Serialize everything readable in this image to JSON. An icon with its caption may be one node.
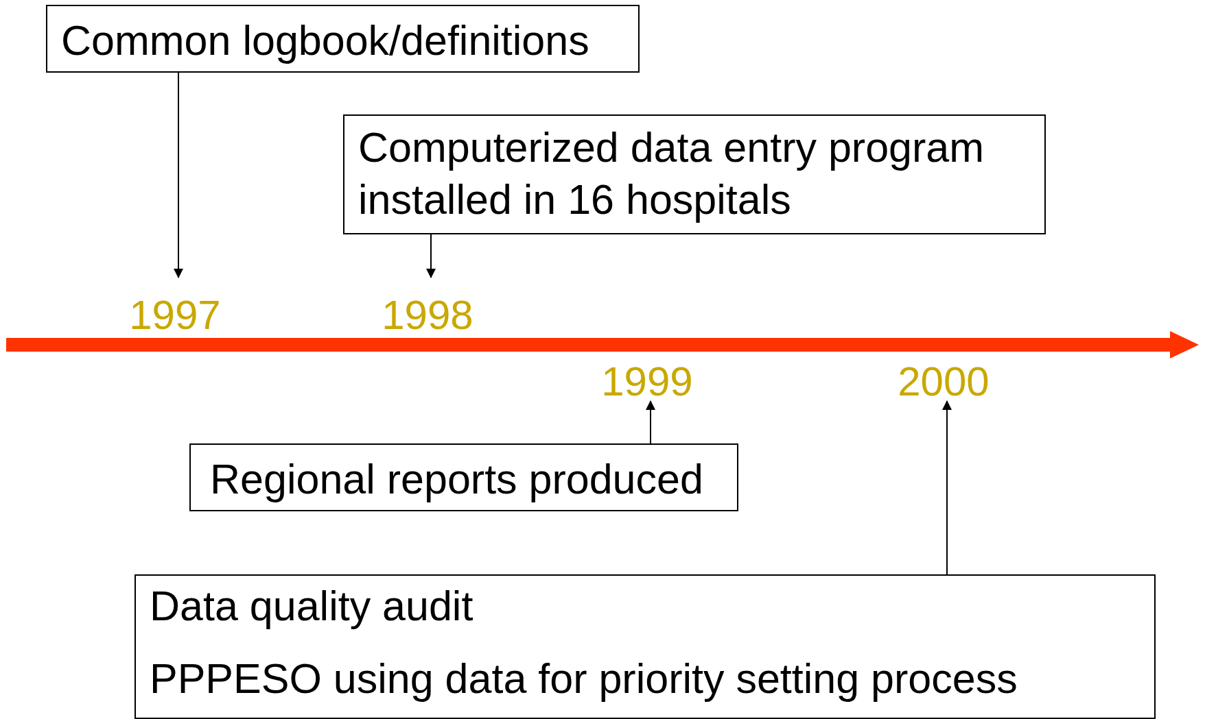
{
  "diagram": {
    "nodes": [
      {
        "text": [
          "Common logbook/definitions"
        ]
      },
      {
        "text": [
          "Computerized data entry program installed in 16 hospitals"
        ]
      },
      {
        "text": [
          "1997"
        ]
      },
      {
        "text": [
          "1998"
        ]
      },
      {
        "text": [
          "1999"
        ]
      },
      {
        "text": [
          "2000"
        ]
      },
      {
        "text": [
          "Regional reports produced"
        ]
      },
      {
        "text": [
          "Data quality audit",
          "PPPESO using data for priority setting process"
        ]
      }
    ],
    "edges": [
      {
        "from": 0,
        "to": 2,
        "arrow": "to"
      },
      {
        "from": 1,
        "to": 3,
        "arrow": "to"
      },
      {
        "from": 6,
        "to": 4,
        "arrow": "to"
      },
      {
        "from": 7,
        "to": 5,
        "arrow": "to"
      }
    ]
  }
}
